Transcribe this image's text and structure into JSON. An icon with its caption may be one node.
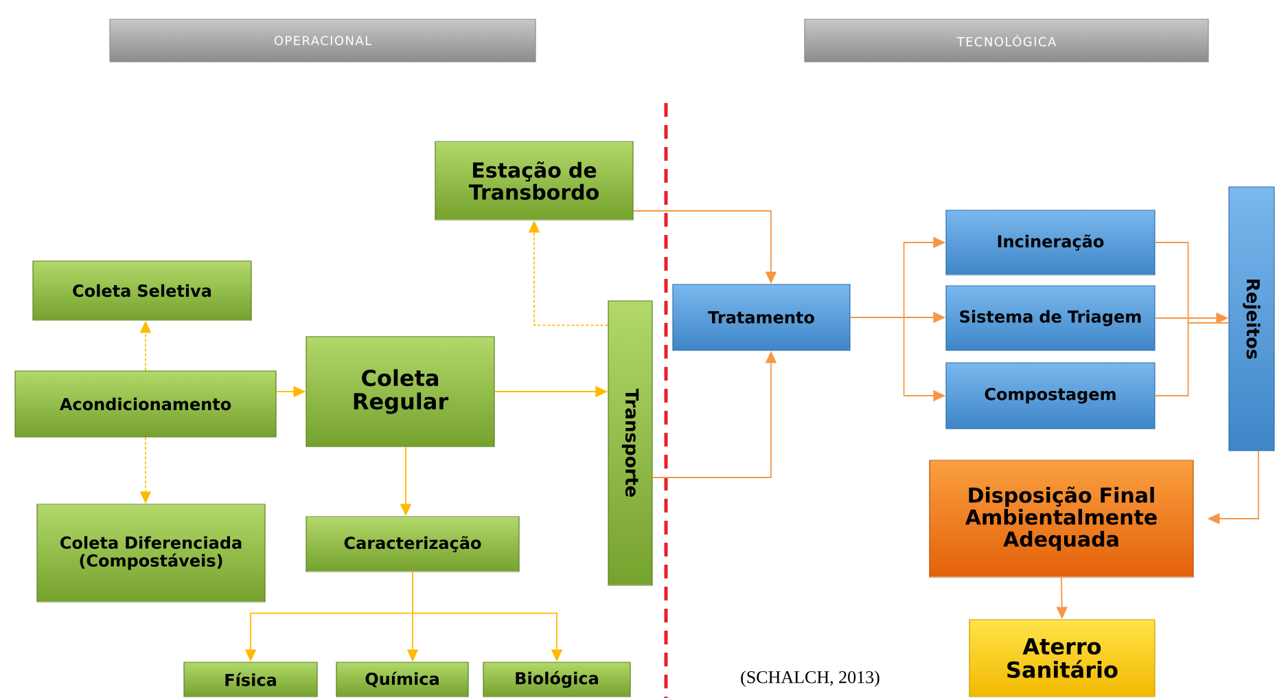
{
  "diagram": {
    "nodes": [
      {
        "text": [
          "OPERACIONAL"
        ]
      },
      {
        "text": [
          "TECNOLÓGICA"
        ]
      },
      {
        "text": [
          "Estação de Transbordo"
        ]
      },
      {
        "text": [
          "Coleta Seletiva"
        ]
      },
      {
        "text": [
          "Acondicionamento"
        ]
      },
      {
        "text": [
          "Coleta Regular"
        ]
      },
      {
        "text": [
          "Transporte"
        ]
      },
      {
        "text": [
          "Coleta Diferenciada (Compostáveis)"
        ]
      },
      {
        "text": [
          "Caracterização"
        ]
      },
      {
        "text": [
          "Física"
        ]
      },
      {
        "text": [
          "Química"
        ]
      },
      {
        "text": [
          "Biológica"
        ]
      },
      {
        "text": [
          "Tratamento"
        ]
      },
      {
        "text": [
          "Incineração"
        ]
      },
      {
        "text": [
          "Sistema de Triagem"
        ]
      },
      {
        "text": [
          "Compostagem"
        ]
      },
      {
        "text": [
          "Rejeitos"
        ]
      },
      {
        "text": [
          "Disposição Final Ambientalmente Adequada"
        ]
      },
      {
        "text": [
          "Aterro Sanitário"
        ]
      }
    ],
    "edges": [
      {
        "from": 4,
        "to": 3,
        "arrow": "to",
        "style": "dashed"
      },
      {
        "from": 4,
        "to": 7,
        "arrow": "to",
        "style": "dashed"
      },
      {
        "from": 4,
        "to": 5,
        "arrow": "to"
      },
      {
        "from": 5,
        "to": 6,
        "arrow": "to"
      },
      {
        "from": 5,
        "to": 8,
        "arrow": "to"
      },
      {
        "from": 8,
        "to": 9,
        "arrow": "to"
      },
      {
        "from": 8,
        "to": 10,
        "arrow": "to"
      },
      {
        "from": 8,
        "to": 11,
        "arrow": "to"
      },
      {
        "from": 6,
        "to": 2,
        "arrow": "to",
        "style": "dashed"
      },
      {
        "from": 2,
        "to": 12,
        "arrow": "to",
        "color": "#f79646"
      },
      {
        "from": 6,
        "to": 12,
        "arrow": "to",
        "color": "#f79646"
      },
      {
        "from": 12,
        "to": 13,
        "arrow": "to",
        "color": "#f79646"
      },
      {
        "from": 12,
        "to": 14,
        "arrow": "to",
        "color": "#f79646"
      },
      {
        "from": 12,
        "to": 15,
        "arrow": "to",
        "color": "#f79646"
      },
      {
        "from": 13,
        "to": 16,
        "arrow": "none",
        "color": "#f79646"
      },
      {
        "from": 14,
        "to": 16,
        "arrow": "to",
        "color": "#f79646"
      },
      {
        "from": 15,
        "to": 16,
        "arrow": "none",
        "color": "#f79646"
      },
      {
        "from": 16,
        "to": 17,
        "arrow": "to",
        "color": "#f79646"
      },
      {
        "from": 17,
        "to": 18,
        "arrow": "to",
        "color": "#f79646"
      }
    ],
    "labels": [
      "(SCHALCH, 2013)"
    ]
  }
}
